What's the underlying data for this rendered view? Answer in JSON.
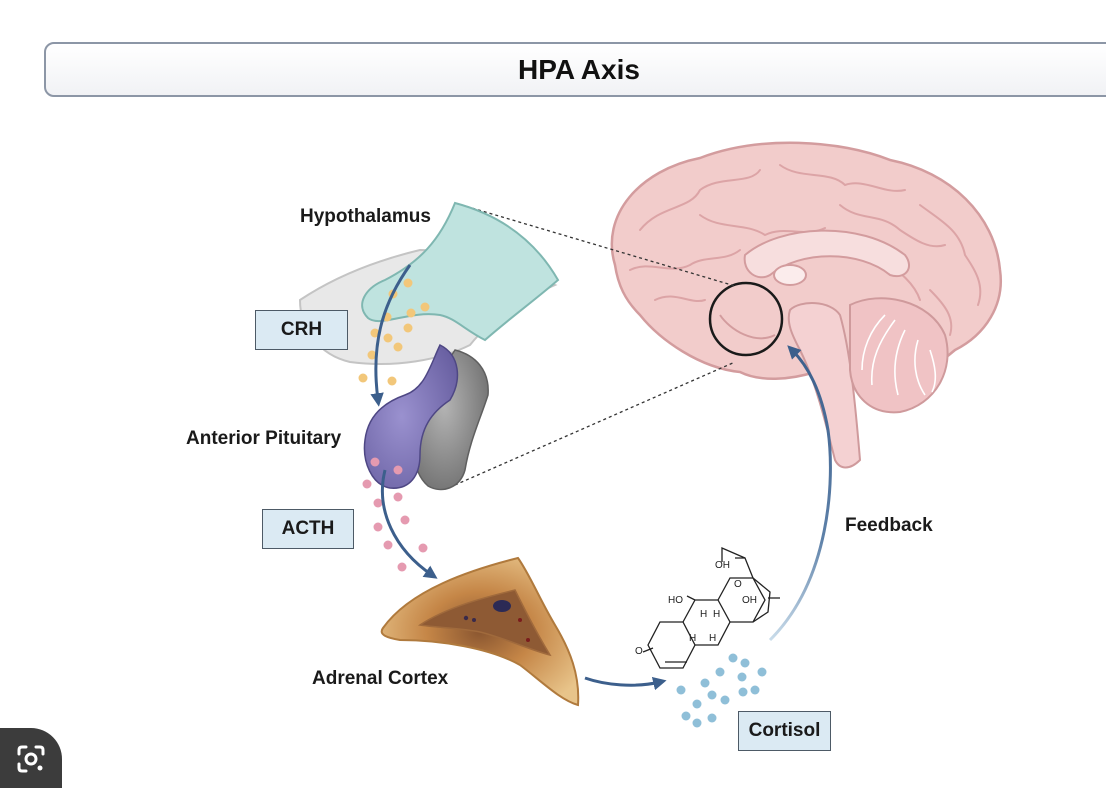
{
  "title": "HPA Axis",
  "labels": {
    "hypothalamus": "Hypothalamus",
    "anterior_pituitary": "Anterior Pituitary",
    "adrenal_cortex": "Adrenal Cortex",
    "feedback": "Feedback"
  },
  "boxes": {
    "crh": "CRH",
    "acth": "ACTH",
    "cortisol": "Cortisol"
  },
  "molecule_labels": {
    "oh_top": "OH",
    "o_right": "O",
    "oh_right": "OH",
    "ho_left": "HO",
    "o_left": "O",
    "h1": "H",
    "h2": "H",
    "h3": "H",
    "h4": "H"
  },
  "icons": {
    "lens": "google-lens-icon"
  },
  "colors": {
    "arrow": "#3c5f8c",
    "crh_dots": "#f2c77a",
    "acth_dots": "#e59ab0",
    "cortisol_dots": "#8fbfd8",
    "box_fill": "#dbeaf3",
    "hypothalamus_fill": "#bfe3df",
    "pituitary_purple": "#7e74b6",
    "pituitary_gray": "#8a8a8a",
    "brain_pink": "#f1c9c9",
    "adrenal_orange": "#d79a5a"
  }
}
